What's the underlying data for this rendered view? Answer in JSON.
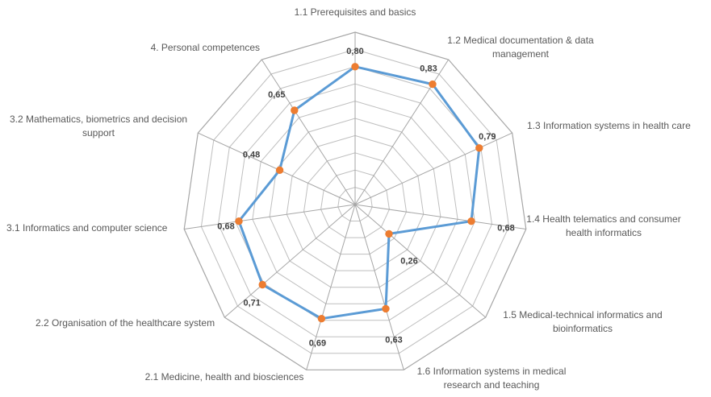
{
  "chart_data": {
    "type": "radar",
    "axis_range": [
      0,
      1
    ],
    "grid_steps": 10,
    "grid": true,
    "legend": "none",
    "series": [
      {
        "values": [
          0.8,
          0.83,
          0.79,
          0.68,
          0.26,
          0.63,
          0.69,
          0.71,
          0.68,
          0.48,
          0.65
        ],
        "value_labels": [
          "0,80",
          "0,83",
          "0,79",
          "0,68",
          "0,26",
          "0,63",
          "0,69",
          "0,71",
          "0,68",
          "0,48",
          "0,65"
        ]
      }
    ],
    "categories": [
      [
        "1.1 Prerequisites and basics"
      ],
      [
        "1.2 Medical documentation & data",
        "management"
      ],
      [
        "1.3 Information systems in health care"
      ],
      [
        "1.4 Health telematics and consumer",
        "health informatics"
      ],
      [
        "1.5 Medical-technical informatics and",
        "bioinformatics"
      ],
      [
        "1.6 Information systems in medical",
        "research and teaching"
      ],
      [
        "2.1 Medicine, health and biosciences"
      ],
      [
        "2.2 Organisation of the healthcare system"
      ],
      [
        "3.1 Informatics and computer science"
      ],
      [
        "3.2 Mathematics, biometrics and decision",
        "support"
      ],
      [
        "4. Personal competences"
      ]
    ],
    "colors": {
      "line": "#5b9bd5",
      "marker": "#ed7d31",
      "grid": "#bfbfbf"
    }
  }
}
